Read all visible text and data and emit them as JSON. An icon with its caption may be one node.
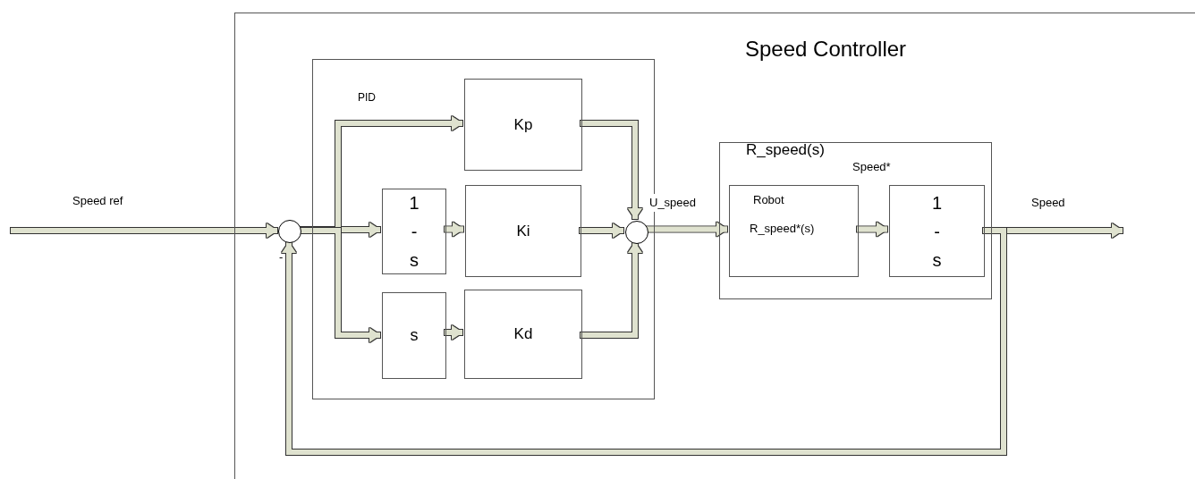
{
  "diagram": {
    "nodes": [
      {
        "text": [
          "Speed Controller"
        ]
      },
      {
        "text": [
          "PID"
        ],
        "in": 0
      },
      {
        "text": [],
        "shape": "circle",
        "in": 0
      },
      {
        "text": [
          "1 - s"
        ],
        "in": 1
      },
      {
        "text": [
          "Kp"
        ],
        "in": 1
      },
      {
        "text": [
          "Ki"
        ],
        "in": 1
      },
      {
        "text": [
          "s"
        ],
        "in": 1
      },
      {
        "text": [
          "Kd"
        ],
        "in": 1
      },
      {
        "text": [],
        "shape": "circle",
        "in": 1
      },
      {
        "text": [
          "R_speed(s)"
        ],
        "in": 0
      },
      {
        "text": [
          "Robot",
          "R_speed*(s)"
        ],
        "in": 9
      },
      {
        "text": [
          "1 - s"
        ],
        "in": 9
      }
    ],
    "edges": [
      {
        "from": null,
        "to": 2,
        "arrow": "to",
        "label": "Speed ref"
      },
      {
        "from": 2,
        "to": 3,
        "arrow": "to"
      },
      {
        "from": 2,
        "to": 4,
        "arrow": "to"
      },
      {
        "from": 2,
        "to": 6,
        "arrow": "to"
      },
      {
        "from": 3,
        "to": 5,
        "arrow": "to"
      },
      {
        "from": 6,
        "to": 7,
        "arrow": "to"
      },
      {
        "from": 4,
        "to": 8,
        "arrow": "to"
      },
      {
        "from": 5,
        "to": 8,
        "arrow": "to"
      },
      {
        "from": 7,
        "to": 8,
        "arrow": "to"
      },
      {
        "from": 8,
        "to": 10,
        "arrow": "to",
        "label": "U_speed"
      },
      {
        "from": 10,
        "to": 11,
        "arrow": "to",
        "label": "Speed*"
      },
      {
        "from": 11,
        "to": null,
        "arrow": "to",
        "label": "Speed"
      },
      {
        "from": 11,
        "to": 2,
        "arrow": "to"
      }
    ],
    "labels": [
      "-"
    ]
  }
}
